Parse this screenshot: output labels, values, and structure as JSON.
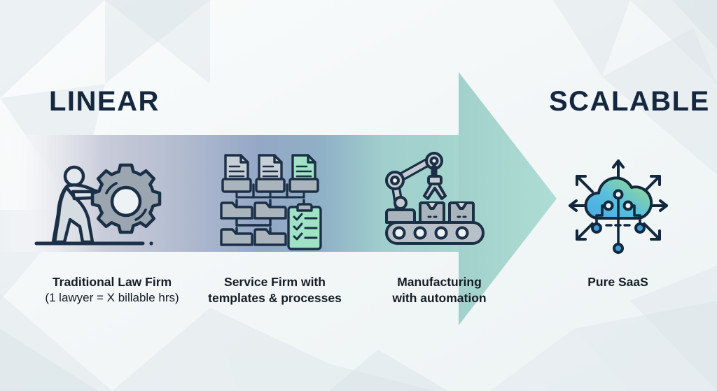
{
  "headings": {
    "left": "LINEAR",
    "right": "SCALABLE"
  },
  "stages": [
    {
      "id": "traditional-law-firm",
      "icon": "person-pushing-gear-icon",
      "line1": "Traditional Law Firm",
      "line2": "(1 lawyer = X billable hrs)",
      "line2_weight": "regular"
    },
    {
      "id": "service-firm",
      "icon": "documents-folders-checklist-icon",
      "line1": "Service Firm with",
      "line2": "templates & processes",
      "line2_weight": "bold"
    },
    {
      "id": "manufacturing",
      "icon": "robot-arm-conveyor-icon",
      "line1": "Manufacturing",
      "line2": "with automation",
      "line2_weight": "bold"
    },
    {
      "id": "pure-saas",
      "icon": "cloud-network-arrows-icon",
      "line1": "Pure SaaS",
      "line2": "",
      "line2_weight": "bold"
    }
  ],
  "colors": {
    "heading_navy": "#16283f",
    "caption_text": "#141d26",
    "background": "#f4f7f8",
    "arrow_start": "#ffffff",
    "arrow_lavender": "#c3c8d6",
    "arrow_steel_blue": "#8ea4c4",
    "arrow_teal": "#a3d2cc",
    "icon_outline": "#1b3047",
    "icon_fill_gray": "#aab4bd",
    "icon_accent_green": "#9fe3c4",
    "cloud_blue": "#5bb7e8",
    "cloud_green": "#9ada8f"
  }
}
